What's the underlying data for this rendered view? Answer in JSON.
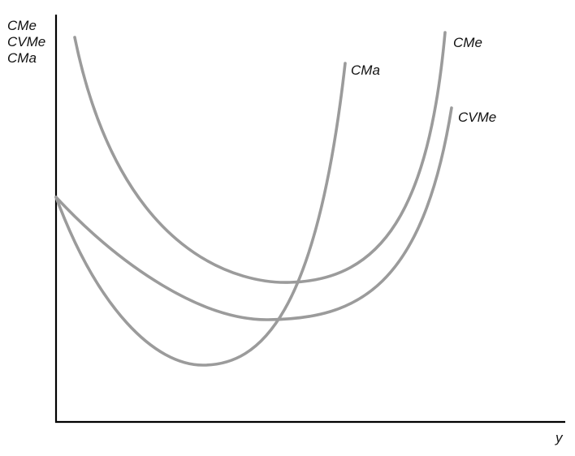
{
  "axes": {
    "y_label_lines": [
      "CMe",
      "CVMe",
      "CMa"
    ],
    "x_label": "y"
  },
  "curves": [
    {
      "id": "cme",
      "label": "CMe"
    },
    {
      "id": "cvme",
      "label": "CVMe"
    },
    {
      "id": "cma",
      "label": "CMa"
    }
  ],
  "colors": {
    "curve": "#9b9b9b",
    "axis": "#000000",
    "text": "#111111"
  }
}
